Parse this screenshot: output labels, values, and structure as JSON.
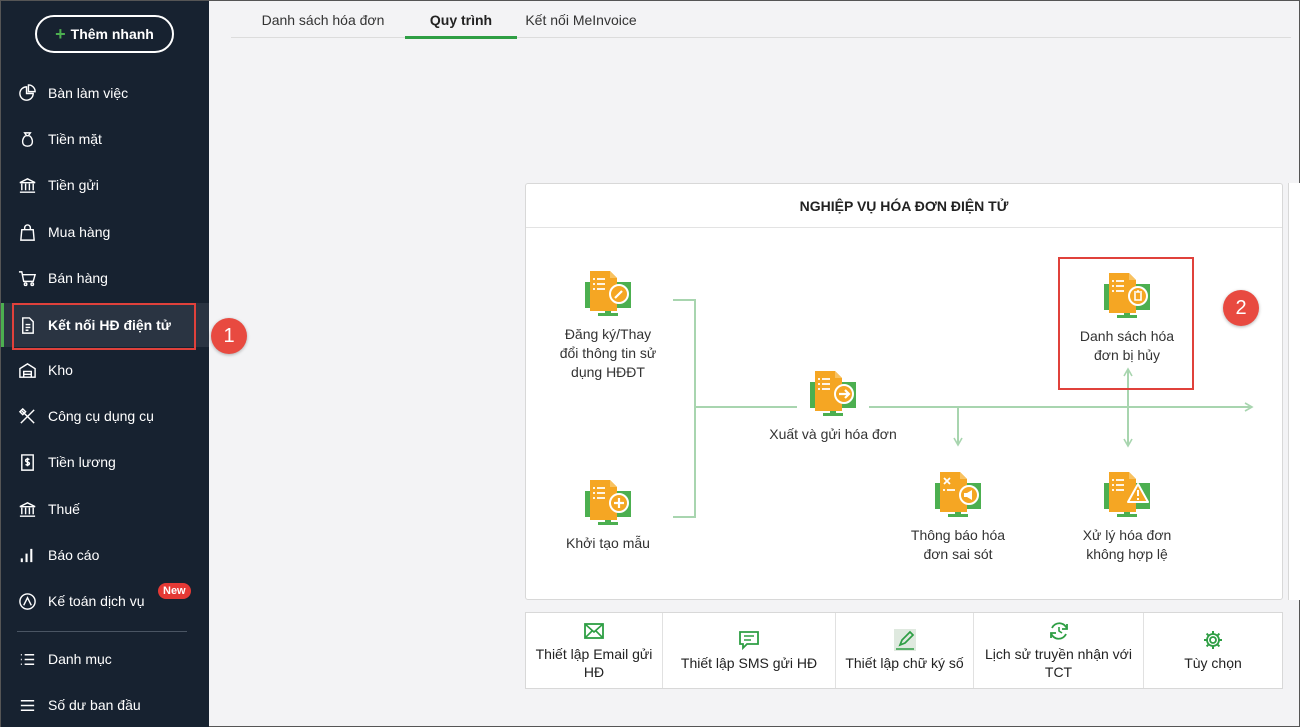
{
  "sidebar": {
    "quick_add": "Thêm nhanh",
    "items": [
      {
        "label": "Bàn làm việc",
        "icon": "dashboard-icon"
      },
      {
        "label": "Tiền mặt",
        "icon": "money-bag-icon"
      },
      {
        "label": "Tiền gửi",
        "icon": "bank-icon"
      },
      {
        "label": "Mua hàng",
        "icon": "shopping-bag-icon"
      },
      {
        "label": "Bán hàng",
        "icon": "cart-icon"
      },
      {
        "label": "Kết nối HĐ điện tử",
        "icon": "document-icon",
        "active": true
      },
      {
        "label": "Kho",
        "icon": "warehouse-icon"
      },
      {
        "label": "Công cụ dụng cụ",
        "icon": "tools-icon"
      },
      {
        "label": "Tiền lương",
        "icon": "payroll-icon"
      },
      {
        "label": "Thuế",
        "icon": "tax-icon"
      },
      {
        "label": "Báo cáo",
        "icon": "report-icon"
      },
      {
        "label": "Kế toán dịch vụ",
        "icon": "service-icon"
      },
      {
        "label": "Danh mục",
        "icon": "list-icon"
      },
      {
        "label": "Số dư ban đầu",
        "icon": "balance-icon"
      }
    ],
    "new_badge": "New"
  },
  "steps": {
    "one": "1",
    "two": "2"
  },
  "tabs": [
    {
      "label": "Danh sách hóa đơn"
    },
    {
      "label": "Quy trình",
      "active": true
    },
    {
      "label": "Kết nối MeInvoice"
    }
  ],
  "workflow": {
    "title": "NGHIỆP VỤ HÓA ĐƠN ĐIỆN TỬ",
    "nodes": {
      "register": {
        "line1": "Đăng ký/Thay",
        "line2": "đổi thông tin sử",
        "line3": "dụng HĐĐT"
      },
      "init_template": {
        "line1": "Khởi tạo mẫu"
      },
      "issue_send": {
        "line1": "Xuất và gửi hóa đơn"
      },
      "cancelled_list": {
        "line1": "Danh sách hóa",
        "line2": "đơn bị hủy"
      },
      "error_notice": {
        "line1": "Thông báo hóa",
        "line2": "đơn sai sót"
      },
      "invalid_handle": {
        "line1": "Xử lý hóa đơn",
        "line2": "không hợp lệ"
      }
    }
  },
  "toolbar": {
    "email": {
      "line1": "Thiết lập Email gửi",
      "line2": "HĐ"
    },
    "sms": {
      "line1": "Thiết lập SMS gửi HĐ"
    },
    "signature": {
      "line1": "Thiết lập chữ ký số"
    },
    "history": {
      "line1": "Lịch sử truyền nhận với",
      "line2": "TCT"
    },
    "options": {
      "line1": "Tùy chọn"
    }
  },
  "colors": {
    "accent": "#2e9e44",
    "highlight": "#e0413b",
    "sidebar": "#172230",
    "doc_orange": "#f5a623"
  }
}
